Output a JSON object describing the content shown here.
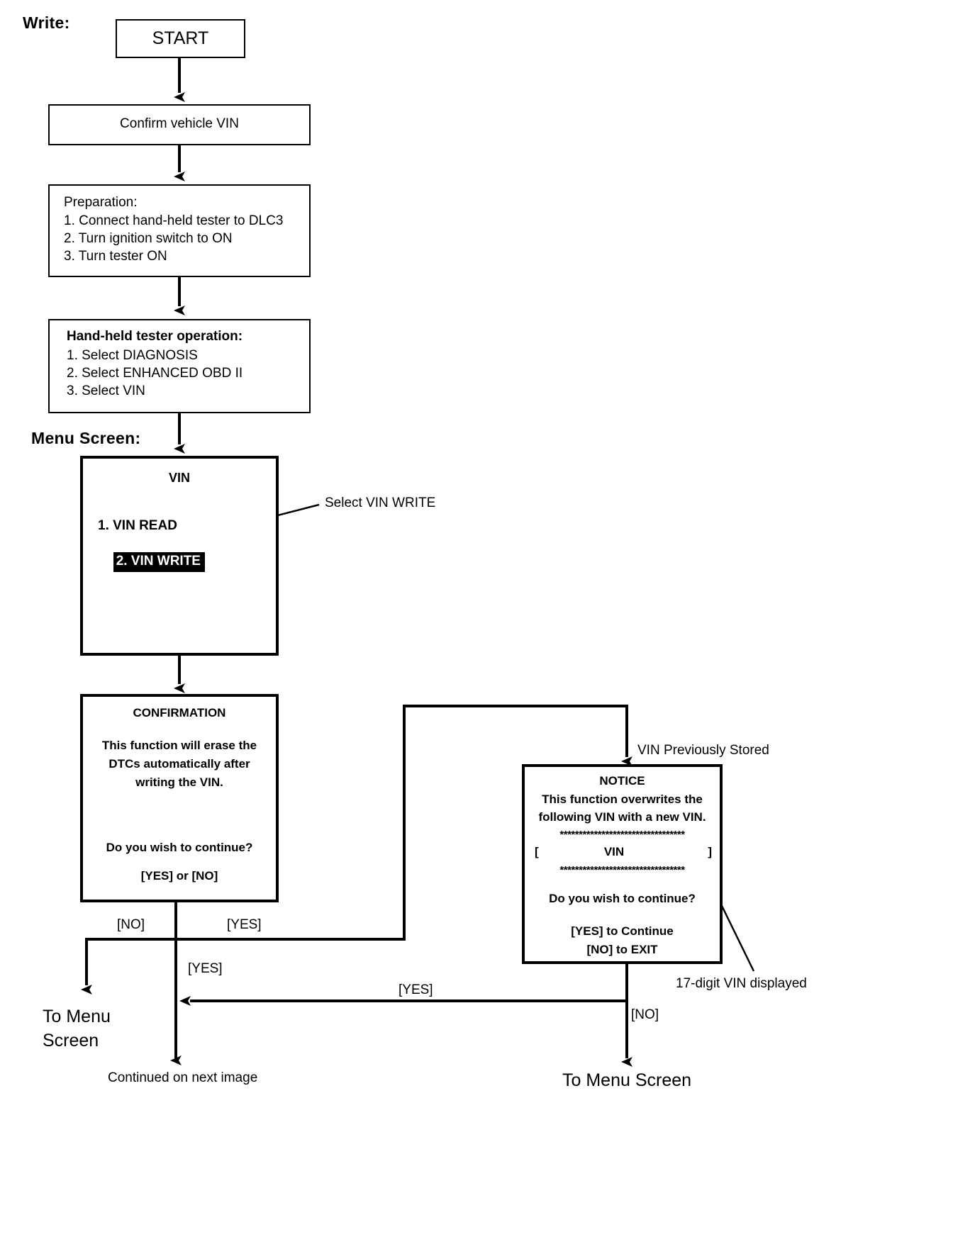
{
  "title_label": "Write:",
  "menu_screen_label": "Menu Screen:",
  "nodes": {
    "start": {
      "text": "START"
    },
    "confirm_vin": {
      "text": "Confirm vehicle VIN"
    },
    "preparation": {
      "heading": "Preparation:",
      "steps": [
        "1. Connect hand-held tester to DLC3",
        "2. Turn ignition switch to ON",
        "3. Turn tester ON"
      ]
    },
    "tester_operation": {
      "heading": "Hand-held tester operation:",
      "steps": [
        "1. Select DIAGNOSIS",
        "2. Select ENHANCED OBD II",
        "3. Select VIN"
      ]
    },
    "vin_menu": {
      "title": "VIN",
      "items": [
        "1. VIN READ",
        "2. VIN WRITE"
      ],
      "selected_index": 1
    },
    "confirmation": {
      "title": "CONFIRMATION",
      "line1": "This function will erase the",
      "line2": "DTCs automatically after",
      "line3": "writing the VIN.",
      "question": "Do you wish to continue?",
      "options": "[YES] or [NO]"
    },
    "notice": {
      "title": "NOTICE",
      "line1": "This function overwrites the",
      "line2": "following VIN with a new VIN.",
      "stars_top": "*********************************",
      "vin_bracket_open": "[",
      "vin_placeholder": "VIN",
      "vin_bracket_close": "]",
      "stars_bottom": "*********************************",
      "question": "Do you wish to continue?",
      "option_yes": "[YES] to Continue",
      "option_no": "[NO] to EXIT"
    }
  },
  "callouts": {
    "select_vin_write": "Select VIN WRITE",
    "vin_previously_stored": "VIN Previously Stored",
    "seventeen_digit_vin": "17-digit VIN displayed"
  },
  "edge_labels": {
    "confirmation_no": "[NO]",
    "confirmation_yes_right": "[YES]",
    "confirmation_yes_down": "[YES]",
    "notice_yes": "[YES]",
    "notice_no": "[NO]"
  },
  "terminals": {
    "to_menu_screen_left_line1": "To Menu",
    "to_menu_screen_left_line2": "Screen",
    "continued_next_image": "Continued on next image",
    "to_menu_screen_right": "To Menu Screen"
  }
}
